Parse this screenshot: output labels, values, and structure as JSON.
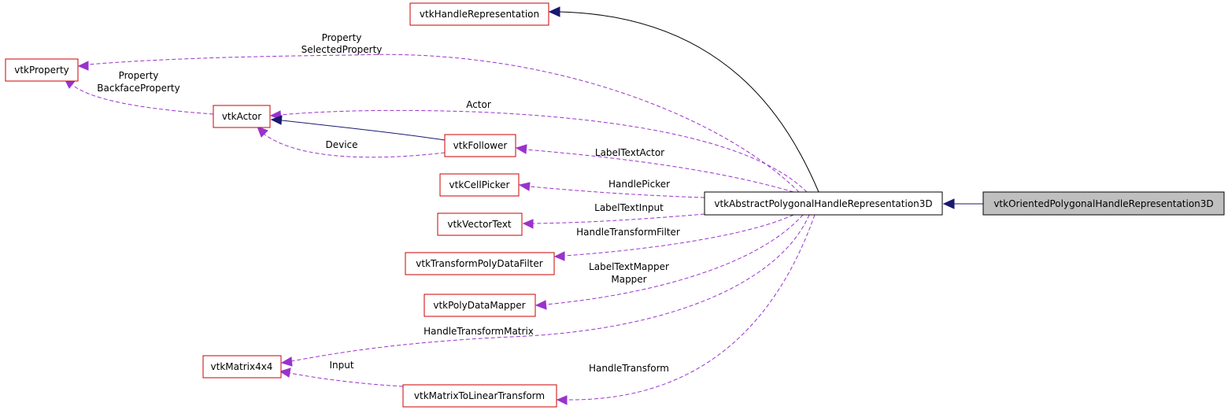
{
  "nodes": {
    "handle_rep": "vtkHandleRepresentation",
    "property": "vtkProperty",
    "actor": "vtkActor",
    "follower": "vtkFollower",
    "cell_picker": "vtkCellPicker",
    "vector_text": "vtkVectorText",
    "transform_filter": "vtkTransformPolyDataFilter",
    "poly_mapper": "vtkPolyDataMapper",
    "matrix": "vtkMatrix4x4",
    "matrix_to_linear": "vtkMatrixToLinearTransform",
    "abstract_rep": "vtkAbstractPolygonalHandleRepresentation3D",
    "oriented_rep": "vtkOrientedPolygonalHandleRepresentation3D"
  },
  "edge_labels": {
    "property": "Property",
    "selected_property": "SelectedProperty",
    "actor_property": "Property",
    "backface_property": "BackfaceProperty",
    "actor": "Actor",
    "device": "Device",
    "label_text_actor": "LabelTextActor",
    "handle_picker": "HandlePicker",
    "label_text_input": "LabelTextInput",
    "handle_transform_filter": "HandleTransformFilter",
    "label_text_mapper": "LabelTextMapper",
    "mapper": "Mapper",
    "handle_transform_matrix": "HandleTransformMatrix",
    "input": "Input",
    "handle_transform": "HandleTransform"
  },
  "colors": {
    "usage_edge": "#9a32cd",
    "inheritance_edge": "#191970",
    "node_border": "#cc0000",
    "focus_fill": "#bfbfbf"
  }
}
